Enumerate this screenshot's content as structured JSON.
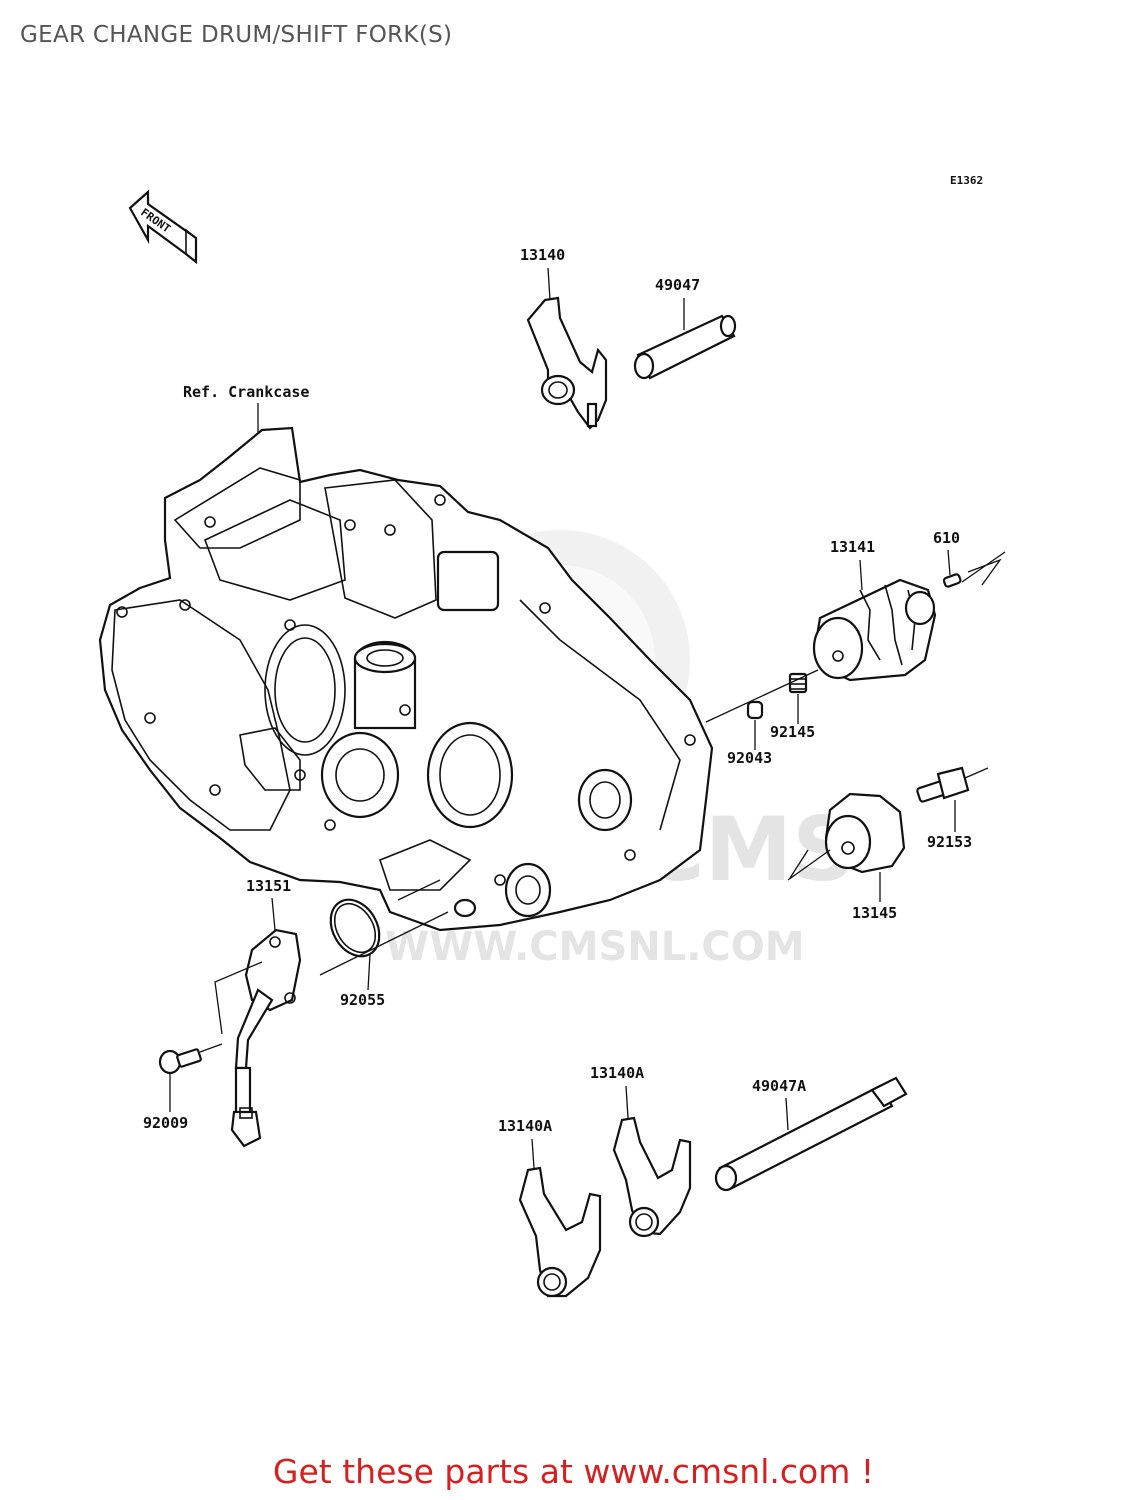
{
  "title": "GEAR CHANGE DRUM/SHIFT FORK(S)",
  "diagram_code": "E1362",
  "front_marker": "FRONT",
  "reference_label": "Ref. Crankcase",
  "watermark": {
    "logo_text": "CMS",
    "url_text": "WWW.CMSNL.COM"
  },
  "callouts": [
    {
      "id": "13140",
      "label": "13140"
    },
    {
      "id": "49047",
      "label": "49047"
    },
    {
      "id": "13141",
      "label": "13141"
    },
    {
      "id": "610",
      "label": "610"
    },
    {
      "id": "92145",
      "label": "92145"
    },
    {
      "id": "92043",
      "label": "92043"
    },
    {
      "id": "92153",
      "label": "92153"
    },
    {
      "id": "13145",
      "label": "13145"
    },
    {
      "id": "13151",
      "label": "13151"
    },
    {
      "id": "92055",
      "label": "92055"
    },
    {
      "id": "92009",
      "label": "92009"
    },
    {
      "id": "13140A-top",
      "label": "13140A"
    },
    {
      "id": "49047A",
      "label": "49047A"
    },
    {
      "id": "13140A-bottom",
      "label": "13140A"
    }
  ],
  "promo_text": "Get these parts at www.cmsnl.com !",
  "colors": {
    "title": "#555555",
    "lines": "#111111",
    "promo": "#d42020",
    "watermark": "#e4e4e4"
  }
}
